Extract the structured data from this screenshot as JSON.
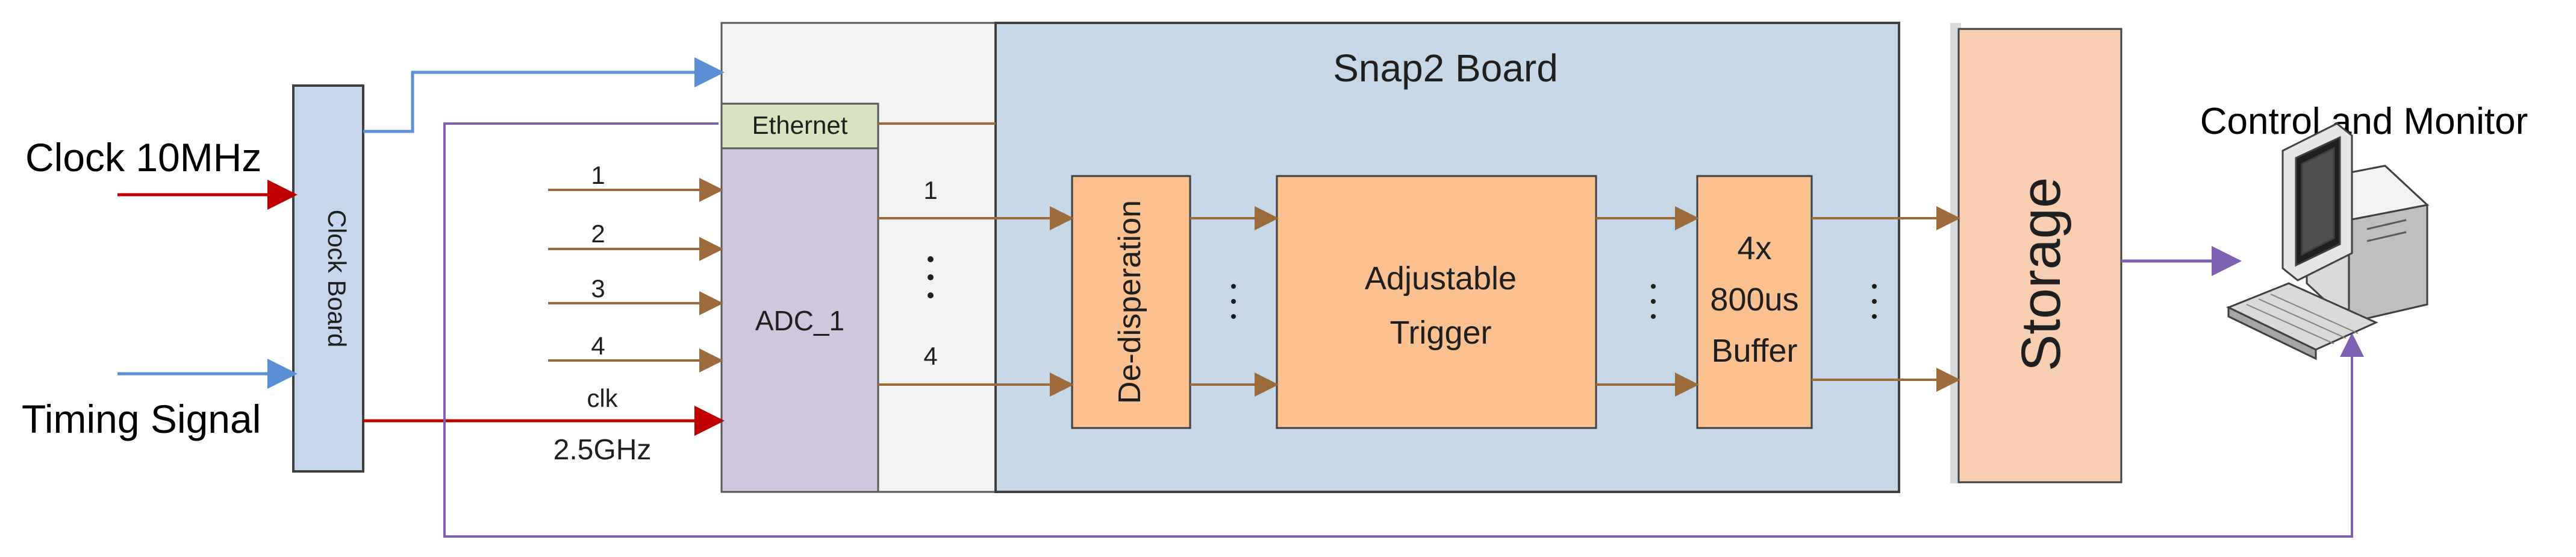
{
  "inputs": {
    "clock_label": "Clock 10MHz",
    "timing_label": "Timing Signal",
    "clock_board_label": "Clock Board"
  },
  "adc": {
    "channel_labels": [
      "1",
      "2",
      "3",
      "4"
    ],
    "clk_label": "clk",
    "freq_label": "2.5GHz",
    "ethernet_label": "Ethernet",
    "adc_label": "ADC_1",
    "out_label_1": "1",
    "out_label_4": "4"
  },
  "snap2": {
    "title": "Snap2 Board",
    "dedisp_label": "De-disperation",
    "trigger_line1": "Adjustable",
    "trigger_line2": "Trigger",
    "buffer_line1": "4x",
    "buffer_line2": "800us",
    "buffer_line3": "Buffer"
  },
  "storage": {
    "label": "Storage"
  },
  "monitor": {
    "label": "Control and Monitor",
    "icon": "computer-icon"
  },
  "colors": {
    "red": "#c00000",
    "blue": "#5b8fd6",
    "purple": "#7f5faf",
    "brown": "#9c6a3b",
    "clock_board_fill": "#c6d6ee",
    "snap2_fill": "#c6d8e8",
    "adc_fill": "#d1c6df",
    "ethernet_fill": "#d7e4bd",
    "orange_fill": "#fac090",
    "storage_fill": "#f7cfb0"
  }
}
